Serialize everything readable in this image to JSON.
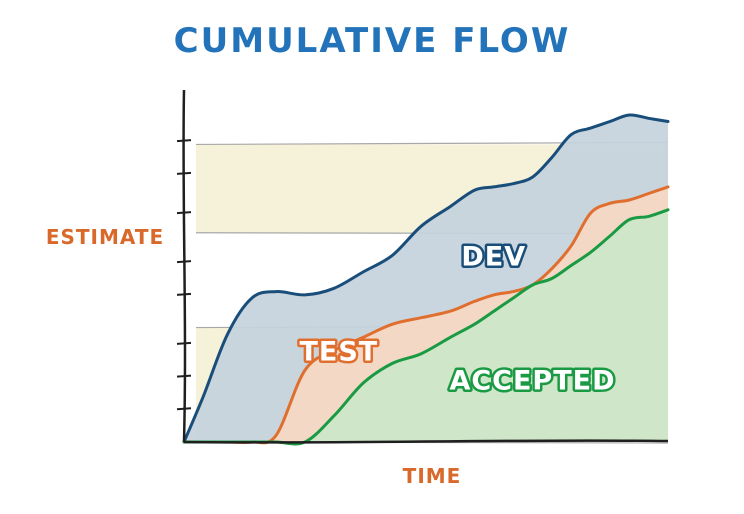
{
  "chart_data": {
    "type": "area",
    "title": "CUMULATIVE FLOW",
    "xlabel": "TIME",
    "ylabel": "ESTIMATE",
    "xlim": [
      0,
      100
    ],
    "ylim": [
      0,
      100
    ],
    "grid": false,
    "x": [
      0,
      4,
      9,
      14,
      19,
      25,
      31,
      37,
      43,
      49,
      55,
      60,
      64,
      68,
      72,
      76,
      80,
      84,
      88,
      92,
      96,
      100
    ],
    "series": [
      {
        "name": "DEV",
        "label_at": [
          64,
          54
        ],
        "values": [
          0,
          14,
          33,
          44,
          46,
          45,
          47,
          52,
          57,
          66,
          72,
          77,
          78,
          79,
          81,
          87,
          94,
          96,
          98,
          100,
          99,
          98
        ],
        "fill": "#c4d3dc",
        "stroke": "#1a4e7a",
        "text": "#ffffff",
        "outline": "#1a4e7a"
      },
      {
        "name": "TEST",
        "label_at": [
          32,
          25
        ],
        "values": [
          0,
          0,
          0,
          0,
          2,
          22,
          28,
          32,
          36,
          38,
          40,
          43,
          45,
          46,
          48,
          53,
          60,
          70,
          73,
          74,
          76,
          78
        ],
        "fill": "#f6d8c2",
        "stroke": "#e06f2f",
        "text": "#ffffff",
        "outline": "#e06f2f"
      },
      {
        "name": "ACCEPTED",
        "label_at": [
          72,
          16
        ],
        "values": [
          0,
          0,
          0,
          0,
          0,
          0,
          8,
          18,
          24,
          27,
          32,
          36,
          40,
          44,
          48,
          50,
          54,
          58,
          63,
          68,
          69,
          71
        ],
        "fill": "#cde7c8",
        "stroke": "#1a9a43",
        "text": "#ffffff",
        "outline": "#1a9a43"
      }
    ],
    "background_bands": [
      {
        "from": 64,
        "to": 91,
        "color": "#f5eed2"
      },
      {
        "from": 0,
        "to": 35,
        "color": "#f5eed2"
      }
    ],
    "colors": {
      "title": "#2273b9",
      "axis_labels": "#d9692b",
      "axis": "#1f1f1f",
      "band_lines": "#a8a8a8"
    }
  }
}
